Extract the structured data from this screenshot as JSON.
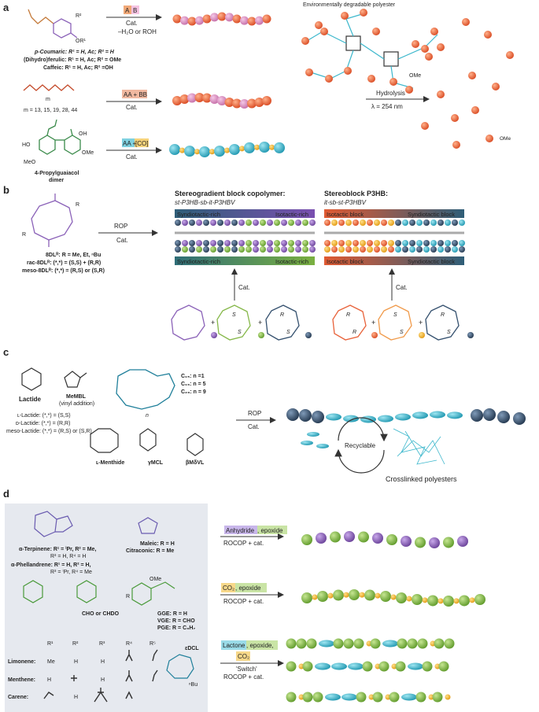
{
  "panel_a": {
    "label": "a",
    "r1": {
      "box_a": "A",
      "box_b": "B",
      "cat": "Cat.",
      "byproduct": "–H₂O or ROH"
    },
    "r2": {
      "box": "AA + BB",
      "cat": "Cat."
    },
    "r3": {
      "box_aa": "AA +",
      "box_co": "[CO]",
      "cat": "Cat."
    },
    "sub_r1": "R²",
    "sub_or1": "OR¹",
    "coumaric": "p-Coumaric: R¹ = H, Ac; R² = H",
    "ferulic": "(Dihydro)ferulic: R¹ = H, Ac; R² = OMe",
    "caffeic": "Caffeic: R¹ = H, Ac; R² =OH",
    "m_values": "m = 13, 15, 19, 28, 44",
    "m_label": "m",
    "propyl_line1": "4-Propylguaiacol",
    "propyl_line2": "dimer",
    "oh": "OH",
    "ho": "HO",
    "ome": "OMe",
    "meo": "MeO",
    "degradable": "Environmentally degradable polyester",
    "hydrolysis": "Hydrolysis",
    "lambda": "λ = 254 nm"
  },
  "panel_b": {
    "label": "b",
    "rop": "ROP",
    "cat": "Cat.",
    "r_sub": "R",
    "def1": "8DLᴿ: R = Me, Et, ⁿBu",
    "def2": "rac-8DLᴿ: (*,*) = (S,S) + (R,R)",
    "def3": "meso-8DLᴿ: (*,*) = (R,S) or (S,R)",
    "grad_title": "Stereogradient block copolymer:",
    "grad_sub": "st-P3HB-sb-it-P3HBV",
    "block_title": "Stereoblock P3HB:",
    "block_sub": "it-sb-st-P3HBV",
    "synd_rich": "Syndiotactic-rich",
    "iso_rich": "Isotactic-rich",
    "iso_block": "Isotactic block",
    "synd_block": "Syndiotactic block",
    "cat_up": "Cat.",
    "S": "S",
    "R": "R"
  },
  "panel_c": {
    "label": "c",
    "lactide": "Lactide",
    "memb": "MeMBL",
    "vinyl": "(vinyl addition)",
    "c15": "C₁₅: n =1",
    "c19": "C₁₉: n = 5",
    "c23": "C₂₃: n = 9",
    "n_sub": "n",
    "l_lac": "ʟ-Lactide: (*,*) = (S,S)",
    "d_lac": "ᴅ-Lactide: (*,*) = (R,R)",
    "meso_lac": "meso-Lactide: (*,*) = (R,S) or (S,R)",
    "menthide": "ʟ-Menthide",
    "gmcl": "γMCL",
    "bmdvl": "βMδVL",
    "rop": "ROP",
    "cat": "Cat.",
    "recyclable": "Recyclable",
    "crosslinked": "Crosslinked polyesters"
  },
  "panel_d": {
    "label": "d",
    "terpinene_1": "α-Terpinene: R¹ = ⁱPr, R² = Me,",
    "terpinene_2": "R³ = H, R⁴ = H",
    "phell_1": "α-Phellandrene: R¹ = H, R² = H,",
    "phell_2": "R³ = ⁱPr, R⁴ = Me",
    "maleic": "Maleic: R = H",
    "citraconic": "Citraconic: R = Me",
    "cho": "CHO or CHDO",
    "gge": "GGE: R = H",
    "vge": "VGE: R = CHO",
    "pge": "PGE: R = C₃H₇",
    "r_labels": [
      "R¹",
      "R²",
      "R³",
      "R⁴",
      "R⁵"
    ],
    "rows": [
      {
        "name": "Limonene:",
        "r1": "Me",
        "r2": "H",
        "r3": "H"
      },
      {
        "name": "Menthene:",
        "r1": "H",
        "r2": "",
        "r3": "H"
      },
      {
        "name": "Carene:",
        "r1": "",
        "r2": "H",
        "r3": ""
      }
    ],
    "edcl": "εDCL",
    "nbu": "ⁿBu",
    "ome": "OMe",
    "r_sub": "R",
    "rxn1_a": "Anhydride",
    "rxn1_b": ", epoxide",
    "rxn1_cond": "ROCOP + cat.",
    "rxn2_a": "CO₂",
    "rxn2_b": ", epoxide",
    "rxn2_cond": "ROCOP + cat.",
    "rxn3_a": "Lactone",
    "rxn3_b": ", epoxide,",
    "rxn3_c": "CO₂",
    "rxn3_switch": "'Switch'",
    "rxn3_cond": "ROCOP + cat."
  },
  "colors": {
    "orange": "#e8623a",
    "pink": "#d98bc0",
    "teal": "#3bb7cc",
    "yellow": "#f2b632",
    "navy": "#34506e",
    "green": "#86b84a",
    "purple": "#8b62b8",
    "gray_panel": "#e6e9ef"
  }
}
